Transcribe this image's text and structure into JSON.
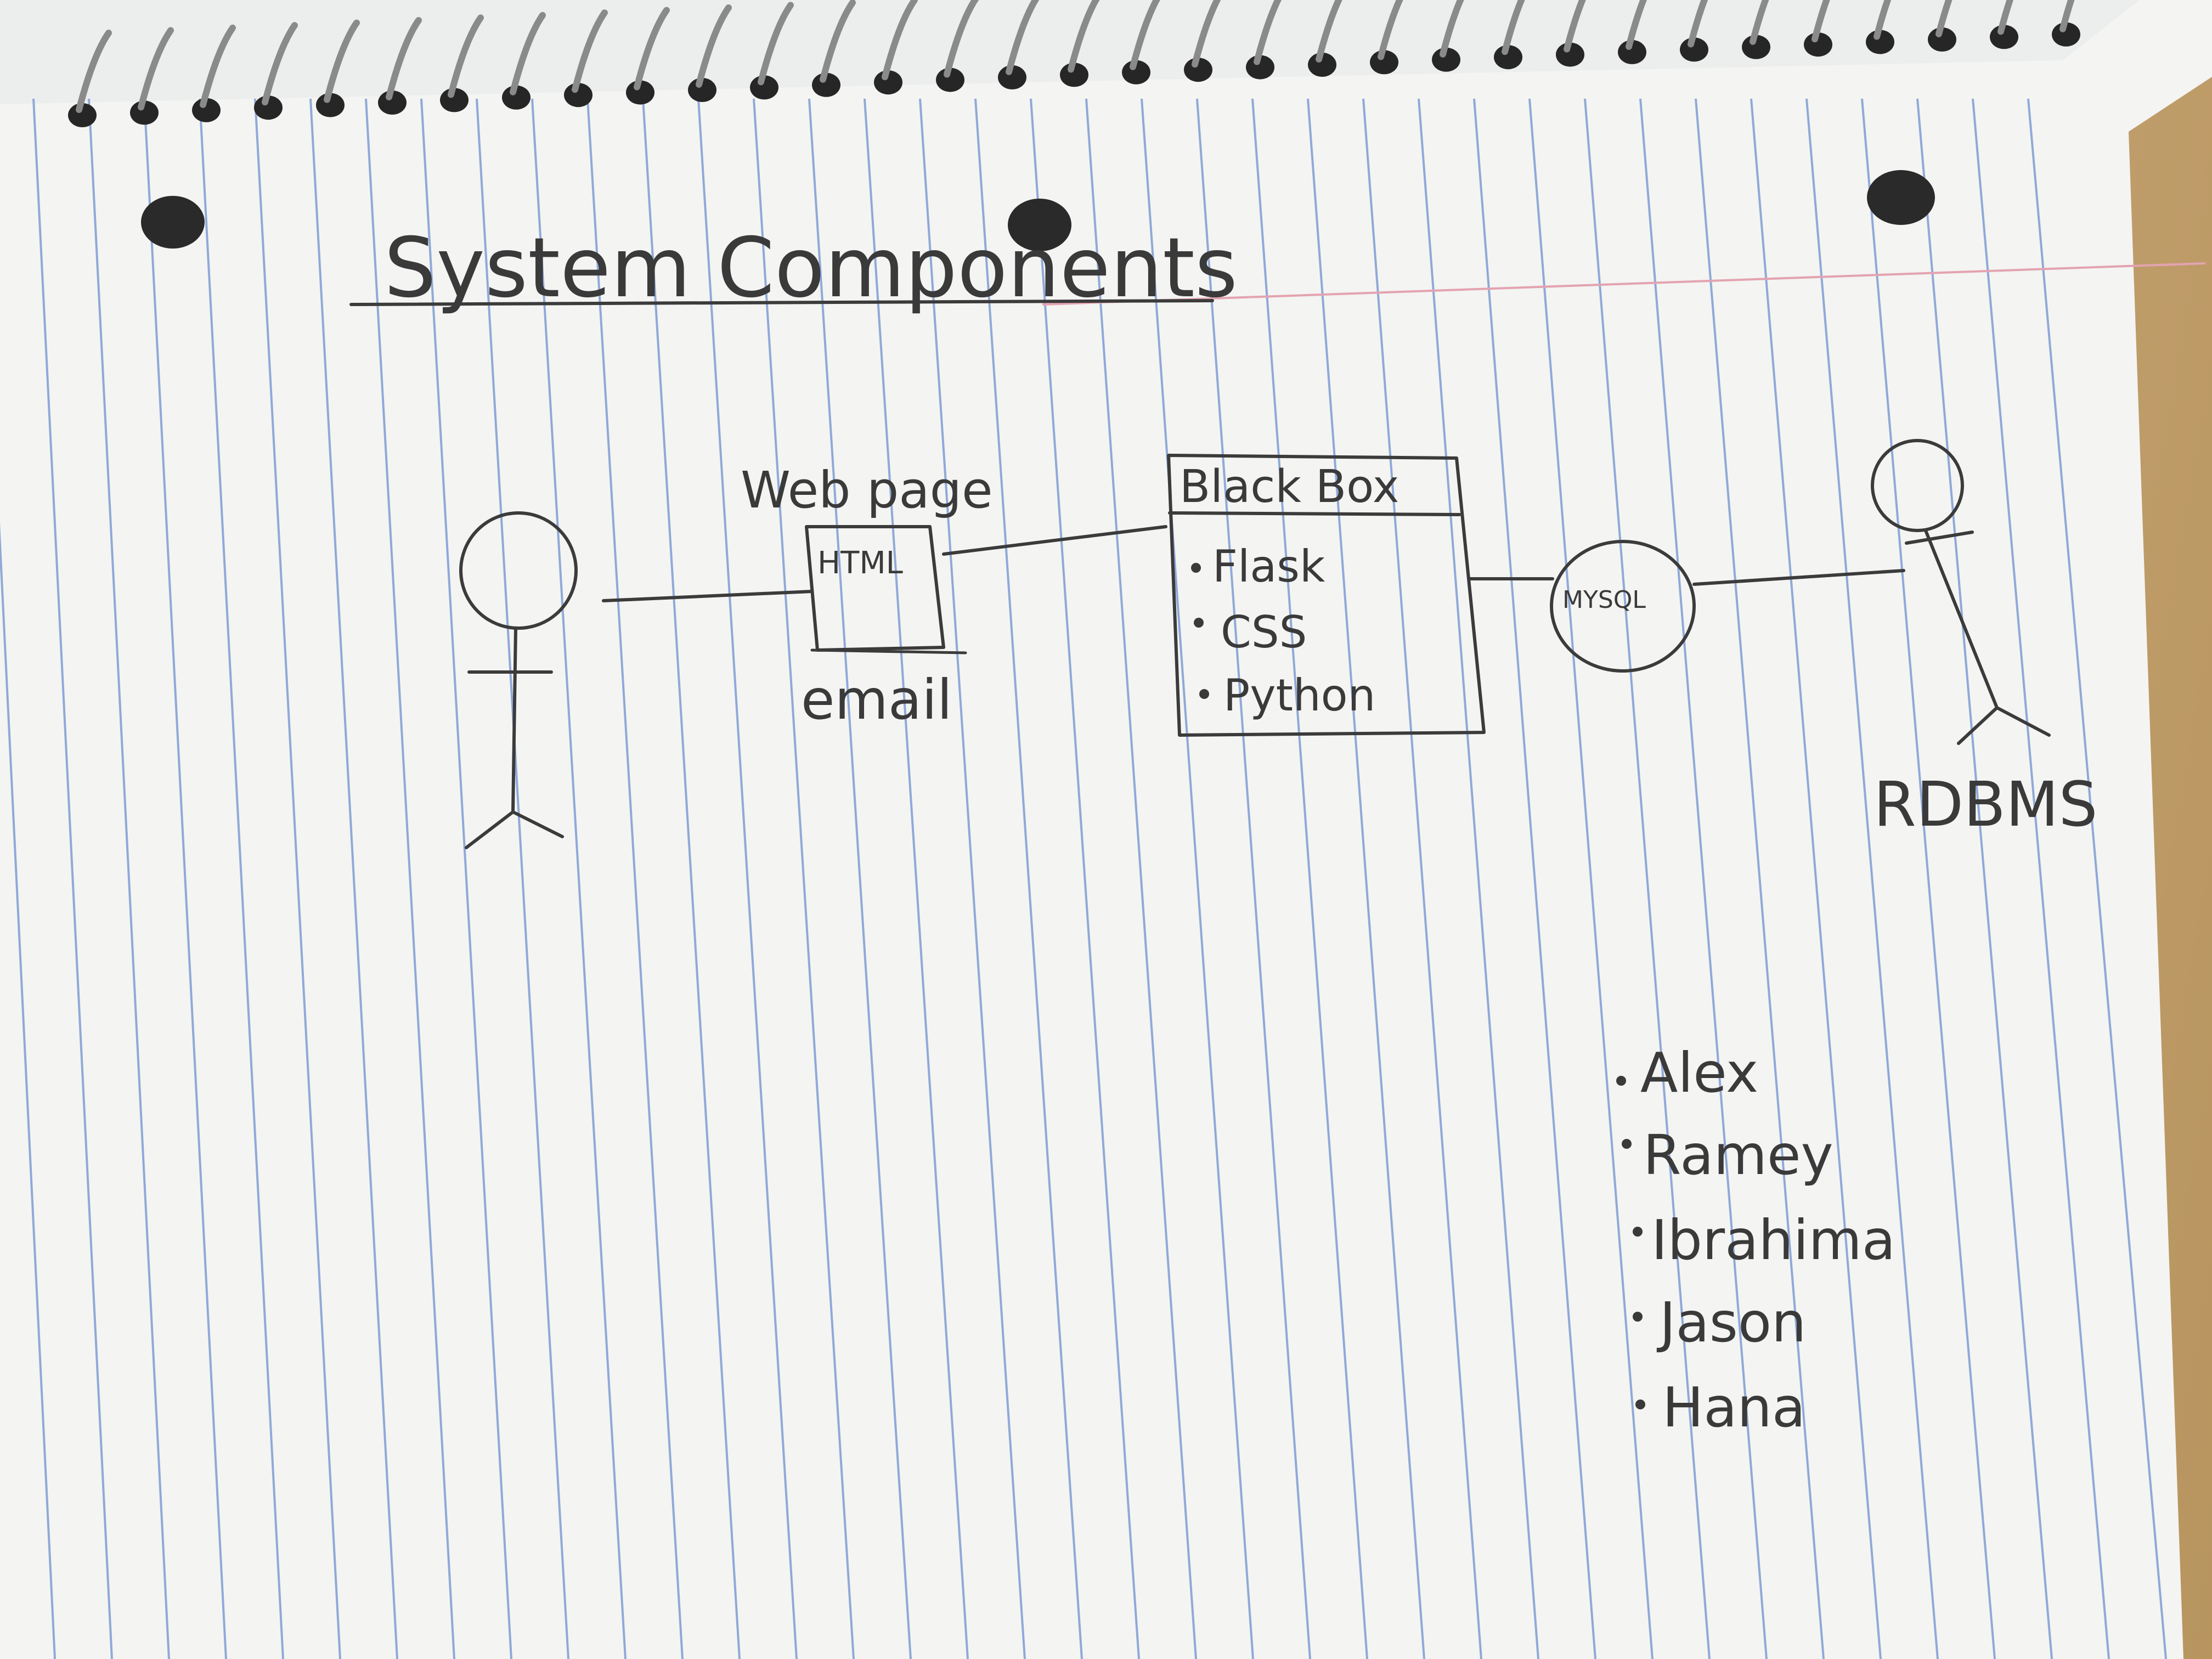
{
  "title": "System Components",
  "webpage_label": "Web page",
  "html_label": "HTML",
  "email_label": "email",
  "black_box": {
    "title": "Black Box",
    "items": [
      "Flask",
      "CSS",
      "Python"
    ]
  },
  "mysql_label": "MYSQL",
  "rdbms_label": "RDBMS",
  "team_members": [
    "Alex",
    "Ramey",
    "Ibrahima",
    "Jason",
    "Hana"
  ],
  "colors": {
    "ink": "#3a3a3a",
    "rule_blue": "#8fa9d8",
    "margin_red": "#e3a3b0",
    "paper": "#f4f4f2",
    "desk": "#c9a877"
  }
}
